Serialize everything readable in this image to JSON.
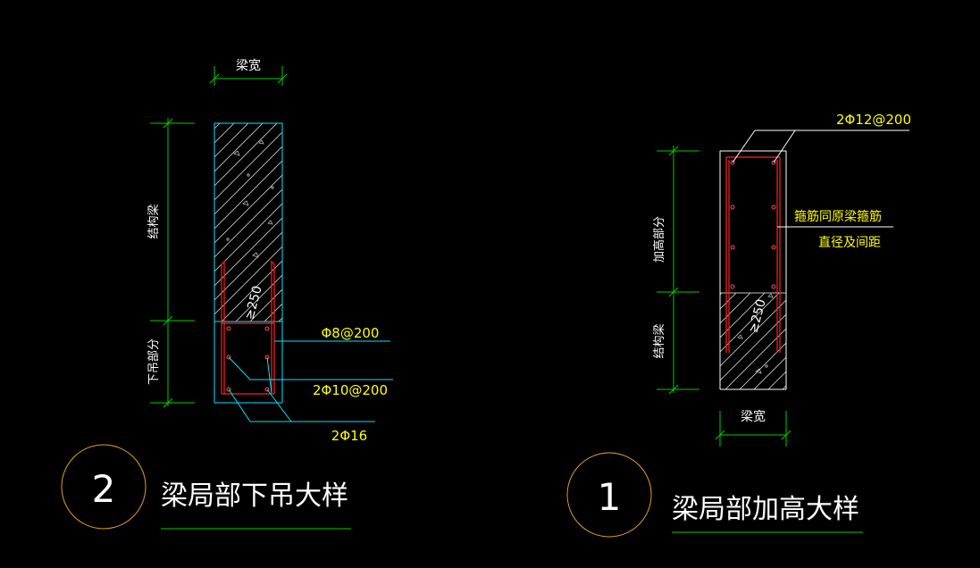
{
  "colors": {
    "background": "#000000",
    "dimension": "#00cc00",
    "beam_outline": "#00e5ff",
    "leader": "#00e5ff",
    "rebar": "#ff2020",
    "label_yellow": "#ffff00",
    "text_white": "#ffffff",
    "hatch": "#ffffff",
    "circle": "#e0a020",
    "underline": "#00cc00",
    "gray_line": "#c0c0c0"
  },
  "detail2": {
    "number": "2",
    "title": "梁局部下吊大样",
    "width_label": "梁宽",
    "structural_label": "结构梁",
    "hanging_label": "下吊部分",
    "anchorage_label": "≥250",
    "stirrup_label": "Φ8@200",
    "mid_bar_label": "2Φ10@200",
    "bottom_bar_label": "2Φ16"
  },
  "detail1": {
    "number": "1",
    "title": "梁局部加高大样",
    "width_label": "梁宽",
    "raised_label": "加高部分",
    "structural_label": "结构梁",
    "anchorage_label": "≥250",
    "top_bar_label": "2Φ12@200",
    "note_line1": "箍筋同原梁箍筋",
    "note_line2": "直径及间距"
  }
}
